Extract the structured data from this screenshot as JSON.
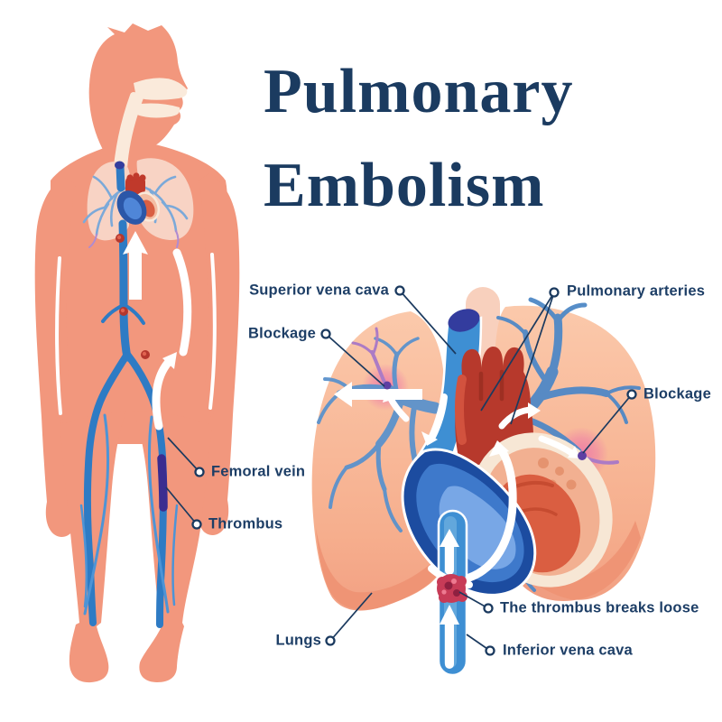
{
  "title": {
    "line1": "Pulmonary",
    "line2": "Embolism"
  },
  "labels": {
    "superior_vena_cava": "Superior vena cava",
    "blockage_left": "Blockage",
    "pulmonary_arteries": "Pulmonary arteries",
    "blockage_right": "Blockage",
    "femoral_vein": "Femoral vein",
    "thrombus": "Thrombus",
    "thrombus_breaks_loose": "The thrombus breaks loose",
    "inferior_vena_cava": "Inferior vena cava",
    "lungs": "Lungs"
  },
  "colors": {
    "title_navy": "#1b3b60",
    "label_navy": "#1d3e66",
    "leader_line": "#1b3a5f",
    "skin_salmon": "#f2977d",
    "airway_cream": "#faeadb",
    "body_vein_blue": "#2e7bc4",
    "leg_thrombus_indigo": "#3a2c90",
    "lung_salmon_light": "#fbc9ab",
    "lung_salmon_dark": "#ee9273",
    "vessel_tree_blue": "#5b92cc",
    "svc_ivc_blue": "#3e8fd3",
    "svc_opening_dark": "#333c9e",
    "pulmonary_artery_red": "#b7392c",
    "heart_navy": "#1c4ca0",
    "heart_mid_blue": "#3e79cb",
    "heart_cream_rim": "#f7e7d5",
    "heart_red_chamber": "#da5e41",
    "clot_red": "#c73b57",
    "blockage_glow_pink": "#ec74a9",
    "blockage_clot_purple": "#5e3fa3",
    "flow_arrow_white": "#ffffff"
  }
}
